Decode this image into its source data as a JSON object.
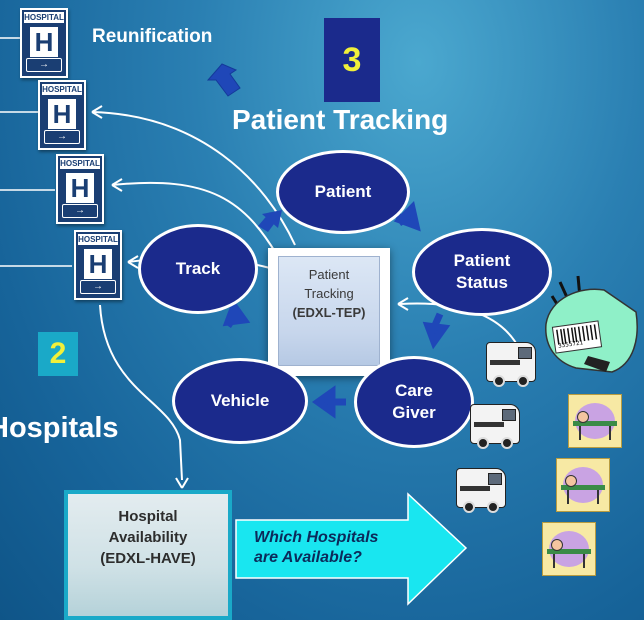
{
  "titles": {
    "reunification": "Reunification",
    "patient_tracking": "Patient Tracking",
    "hospitals": "Hospitals"
  },
  "numbers": {
    "three": "3",
    "two": "2"
  },
  "hospital_sign": {
    "header": "HOSPITAL",
    "letter": "H",
    "arrow": "→"
  },
  "cycle": {
    "center": {
      "line1": "Patient",
      "line2": "Tracking",
      "line3": "(EDXL-TEP)"
    },
    "patient": "Patient",
    "patient_status": {
      "line1": "Patient",
      "line2": "Status"
    },
    "care_giver": {
      "line1": "Care",
      "line2": "Giver"
    },
    "vehicle": "Vehicle",
    "track": "Track"
  },
  "hospital_availability": {
    "line1": "Hospital",
    "line2": "Availability",
    "line3": "(EDXL-HAVE)"
  },
  "arrow_text": {
    "line1": "Which Hospitals",
    "line2": "are Available?"
  },
  "barcode_number": "3355721",
  "colors": {
    "node_fill": "#1b2a8c",
    "arrow_blue": "#1f47b8",
    "available_arrow": "#19e6f0",
    "number_three_bg": "#1b2a8c",
    "number_three_fg": "#f1f03a",
    "number_two_bg": "#1aa9c8",
    "number_two_fg": "#f1f03a"
  }
}
